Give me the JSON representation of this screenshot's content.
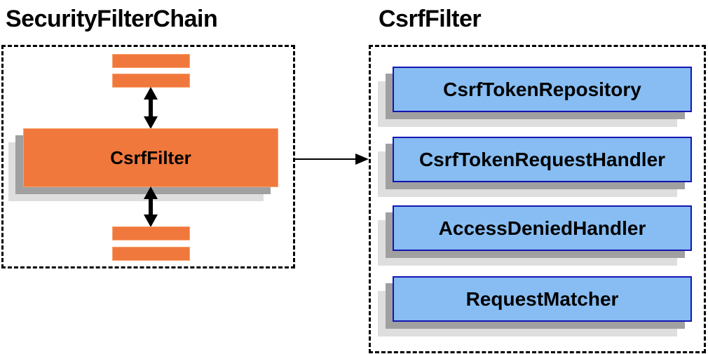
{
  "diagram": {
    "left_panel": {
      "title": "SecurityFilterChain",
      "filter_box_label": "CsrfFilter"
    },
    "right_panel": {
      "title": "CsrfFilter",
      "components": [
        "CsrfTokenRepository",
        "CsrfTokenRequestHandler",
        "AccessDeniedHandler",
        "RequestMatcher"
      ]
    },
    "colors": {
      "orange_fill": "#F0783C",
      "orange_border": "#F8A26C",
      "blue_fill": "#87BDF2",
      "blue_border": "#1515B2",
      "shadow_dark": "#A0A0A0",
      "shadow_light": "#DEDEDE",
      "line_color": "#000000",
      "title_color": "#000000"
    }
  }
}
